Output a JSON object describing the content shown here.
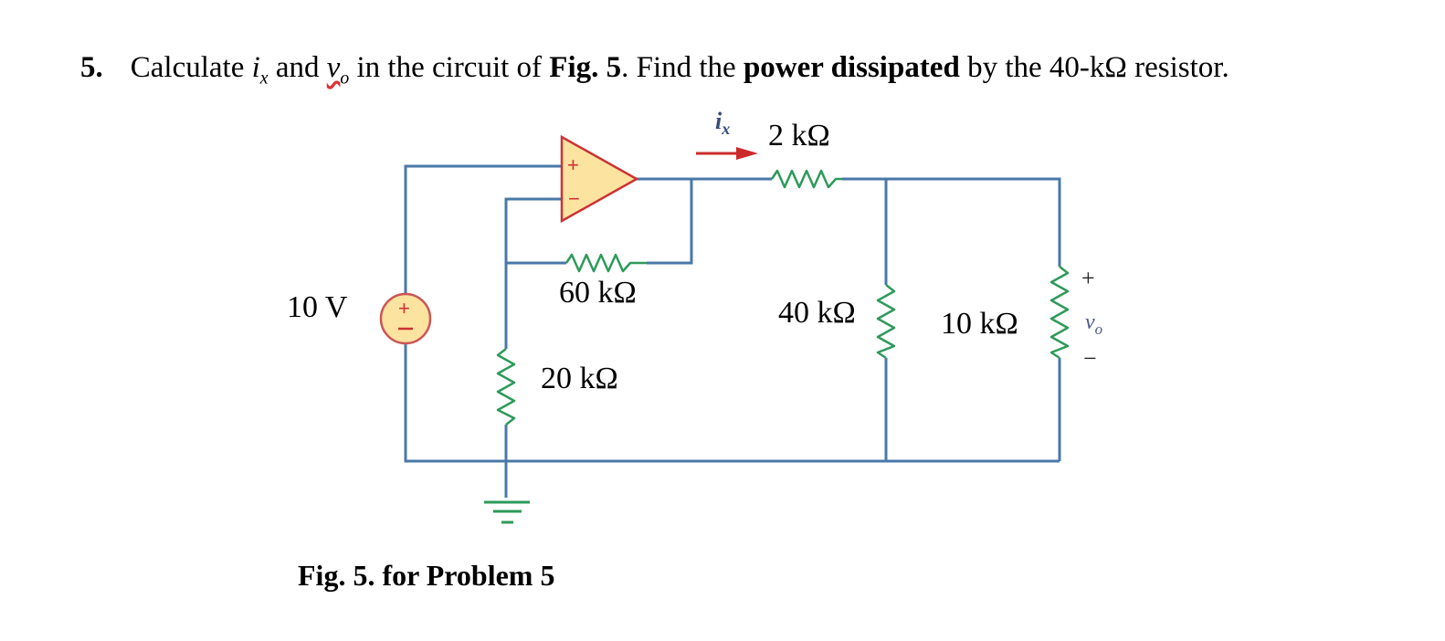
{
  "problem": {
    "number": "5.",
    "text_parts": {
      "calc": "Calculate ",
      "ix": "i",
      "ix_sub": "x",
      "and": " and ",
      "vo": "v",
      "vo_sub": "o",
      "in_circuit": " in the circuit of ",
      "fig_ref": "Fig. 5",
      "find": ". Find the ",
      "power": "power dissipated",
      "by": " by the 40-kΩ resistor."
    }
  },
  "circuit": {
    "source": {
      "label": "10 V",
      "plus": "+",
      "minus": "−"
    },
    "opamp": {
      "plus": "+",
      "minus": "−"
    },
    "resistors": {
      "r2k": "2 kΩ",
      "r60k": "60 kΩ",
      "r20k": "20 kΩ",
      "r40k": "40 kΩ",
      "r10k": "10 kΩ"
    },
    "current_label": "i",
    "current_sub": "x",
    "output_voltage": {
      "label": "v",
      "sub": "o",
      "plus": "+",
      "minus": "−"
    },
    "colors": {
      "wire": "#4a78a8",
      "resistor": "#2e9a5a",
      "opamp_fill": "#fde3a0",
      "opamp_stroke": "#cc3333",
      "arrow": "#cc2a2a",
      "ground": "#2e9a5a"
    }
  },
  "caption": "Fig. 5. for Problem 5"
}
